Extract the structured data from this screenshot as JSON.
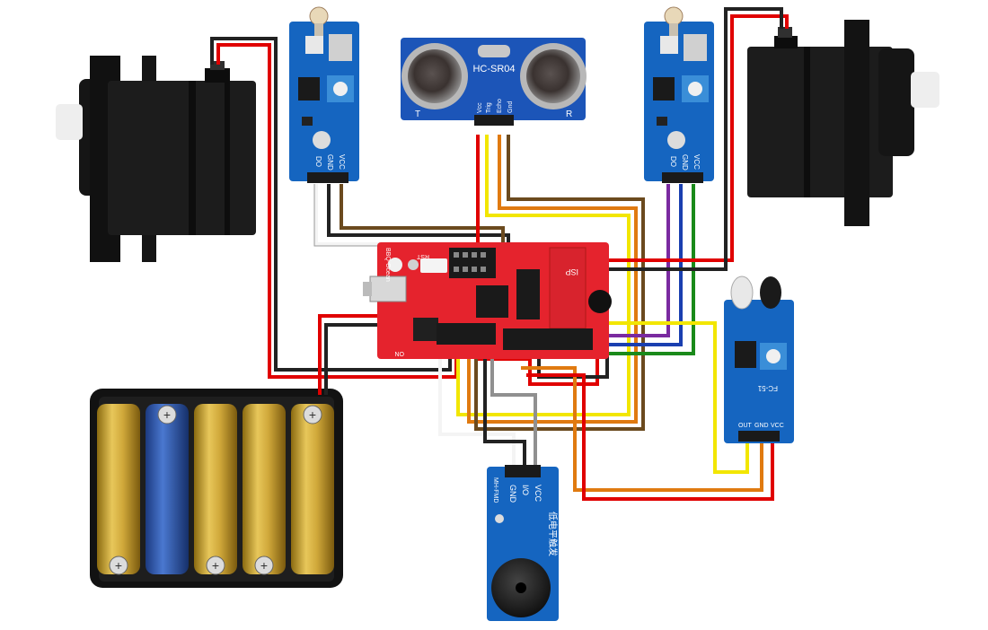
{
  "colors": {
    "red_wire": "#e00000",
    "black_wire": "#222222",
    "white_wire": "#f4f4f4",
    "brown_wire": "#6b4a1e",
    "yellow_wire": "#f2e600",
    "orange_wire": "#e07a10",
    "purple_wire": "#7a2aa0",
    "blue_wire": "#1a3fb0",
    "green_wire": "#1a8a1a",
    "gray_wire": "#909090",
    "controller_board": "#e5232d",
    "sensor_board": "#1565c0",
    "battery_gold": "#c8a530",
    "servo_body": "#1a1a1a"
  },
  "ultrasonic": {
    "model": "HC-SR04",
    "left_mark": "T",
    "right_mark": "R",
    "pins": [
      "Vcc",
      "Trig",
      "Echo",
      "Gnd"
    ]
  },
  "light_sensor_left": {
    "pins": [
      "DO",
      "GND",
      "VCC"
    ]
  },
  "light_sensor_right": {
    "pins": [
      "DO",
      "GND",
      "VCC"
    ]
  },
  "ir_sensor": {
    "model": "FC-51",
    "pins": [
      "OUT",
      "GND",
      "VCC"
    ]
  },
  "buzzer": {
    "model": "MH-FMD",
    "pins": [
      "GND",
      "I/O",
      "VCC"
    ],
    "caption": "低电平触发"
  },
  "controller": {
    "name": "BBQ-Ocean",
    "isp_label": "ISP",
    "rst_label": "RST",
    "on_label": "ON"
  }
}
